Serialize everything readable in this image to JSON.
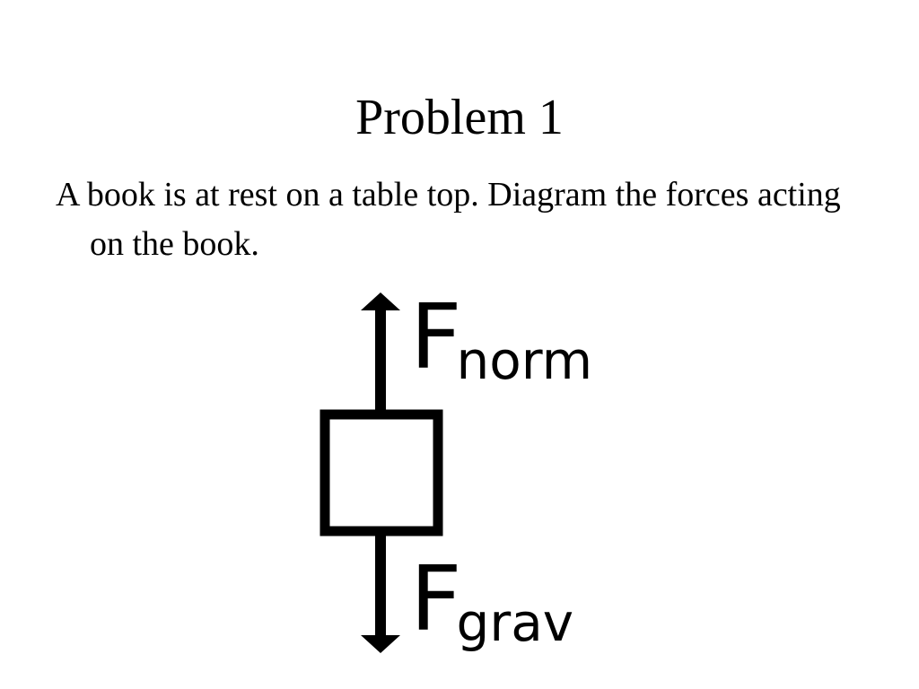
{
  "slide": {
    "title": "Problem 1",
    "body": "A book is at rest on a table top. Diagram the forces acting on the book."
  },
  "diagram": {
    "forces": [
      {
        "symbol": "F",
        "subscript": "norm",
        "direction": "up"
      },
      {
        "symbol": "F",
        "subscript": "grav",
        "direction": "down"
      }
    ],
    "colors": {
      "ink": "#000000",
      "background": "#ffffff"
    }
  }
}
